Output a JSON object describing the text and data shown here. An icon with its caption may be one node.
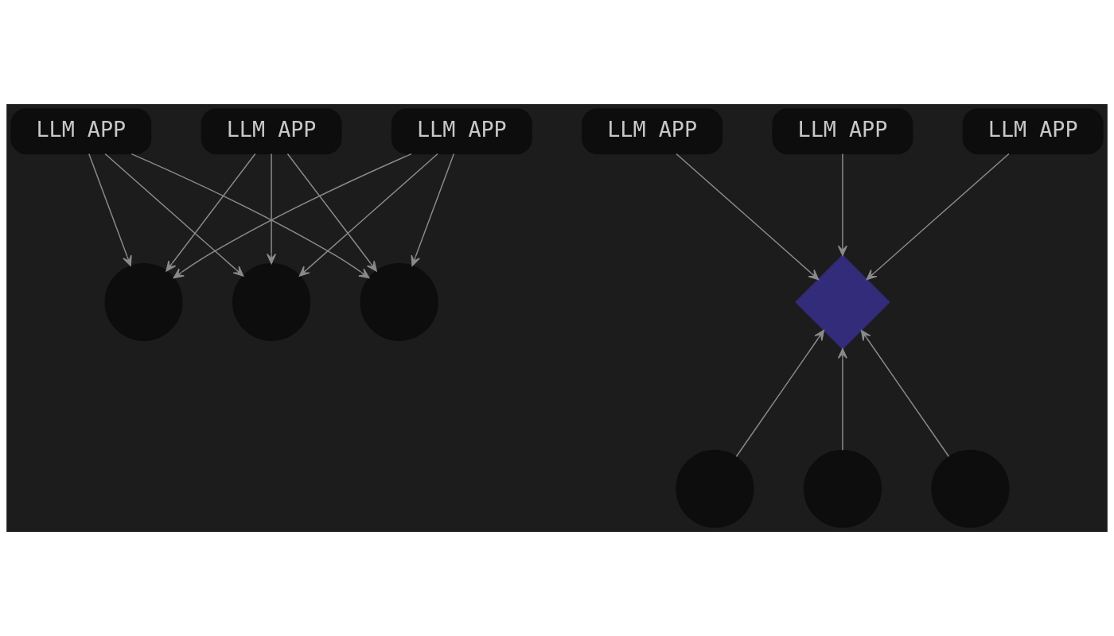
{
  "diagram": {
    "nodes": [
      {
        "text": [
          "LLM APP"
        ]
      },
      {
        "text": [
          "LLM APP"
        ]
      },
      {
        "text": [
          "LLM APP"
        ]
      },
      {
        "text": [],
        "shape": "circle"
      },
      {
        "text": [],
        "shape": "circle"
      },
      {
        "text": [],
        "shape": "circle"
      },
      {
        "text": [
          "LLM APP"
        ]
      },
      {
        "text": [
          "LLM APP"
        ]
      },
      {
        "text": [
          "LLM APP"
        ]
      },
      {
        "text": [],
        "shape": "diamond"
      },
      {
        "text": [],
        "shape": "circle"
      },
      {
        "text": [],
        "shape": "circle"
      },
      {
        "text": [],
        "shape": "circle"
      }
    ],
    "edges": [
      {
        "from": 0,
        "to": 3,
        "arrow": "to"
      },
      {
        "from": 0,
        "to": 4,
        "arrow": "to"
      },
      {
        "from": 0,
        "to": 5,
        "arrow": "to"
      },
      {
        "from": 1,
        "to": 3,
        "arrow": "to"
      },
      {
        "from": 1,
        "to": 4,
        "arrow": "to"
      },
      {
        "from": 1,
        "to": 5,
        "arrow": "to"
      },
      {
        "from": 2,
        "to": 3,
        "arrow": "to"
      },
      {
        "from": 2,
        "to": 4,
        "arrow": "to"
      },
      {
        "from": 2,
        "to": 5,
        "arrow": "to"
      },
      {
        "from": 6,
        "to": 9,
        "arrow": "to"
      },
      {
        "from": 7,
        "to": 9,
        "arrow": "to"
      },
      {
        "from": 8,
        "to": 9,
        "arrow": "to"
      },
      {
        "from": 10,
        "to": 9,
        "arrow": "to"
      },
      {
        "from": 11,
        "to": 9,
        "arrow": "to"
      },
      {
        "from": 12,
        "to": 9,
        "arrow": "to"
      }
    ]
  }
}
